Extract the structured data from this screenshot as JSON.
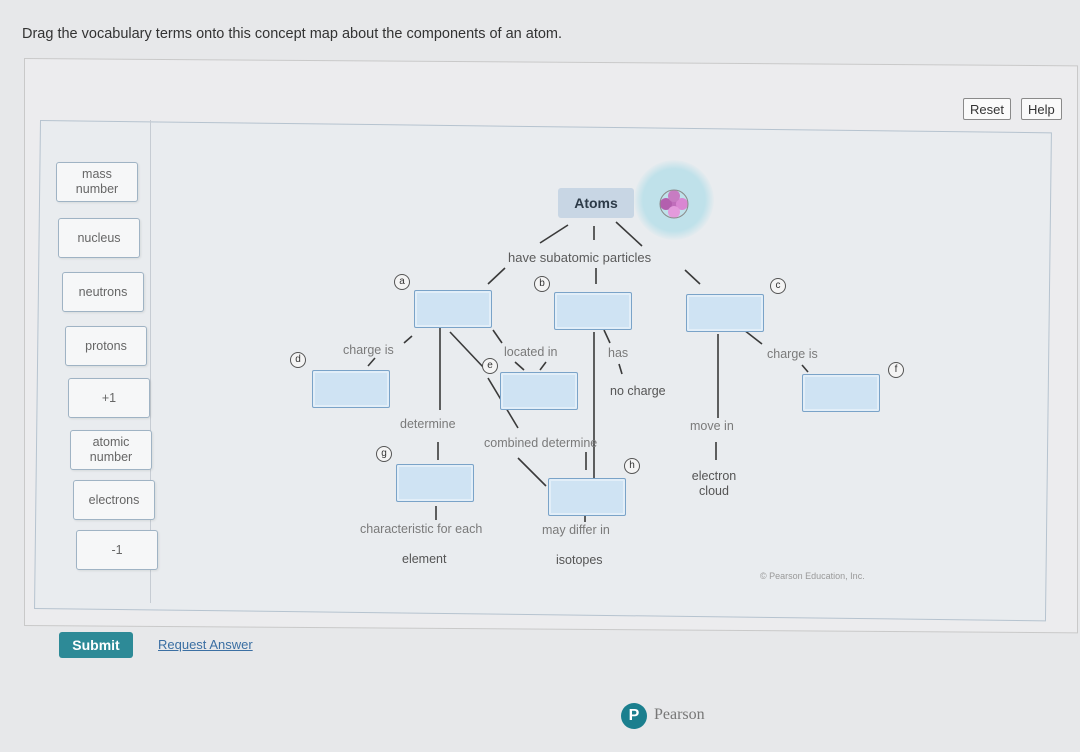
{
  "instruction": "Drag the vocabulary terms onto this concept map about the components of an atom.",
  "toolbar": {
    "reset_label": "Reset",
    "help_label": "Help"
  },
  "terms": [
    "mass\nnumber",
    "nucleus",
    "neutrons",
    "protons",
    "+1",
    "atomic\nnumber",
    "electrons",
    "-1"
  ],
  "map": {
    "root": "Atoms",
    "have_subatomic": "have subatomic particles",
    "charge_is_left": "charge is",
    "located_in": "located in",
    "has": "has",
    "no_charge": "no charge",
    "charge_is_right": "charge is",
    "determine": "determine",
    "combined_determine": "combined determine",
    "move_in": "move in",
    "electron_cloud": "electron\ncloud",
    "characteristic_for_each": "characteristic for each",
    "element": "element",
    "may_differ_in": "may differ in",
    "isotopes": "isotopes",
    "badges": [
      "a",
      "b",
      "c",
      "d",
      "e",
      "f",
      "g",
      "h"
    ]
  },
  "footer": {
    "submit_label": "Submit",
    "request_answer_label": "Request Answer",
    "copyright": "© Pearson Education, Inc.",
    "brand_letter": "P",
    "brand_name": "Pearson"
  },
  "colors": {
    "submit": "#2d8a97",
    "drop_target": "#cfe3f3",
    "root_node": "#c8d6e4"
  }
}
